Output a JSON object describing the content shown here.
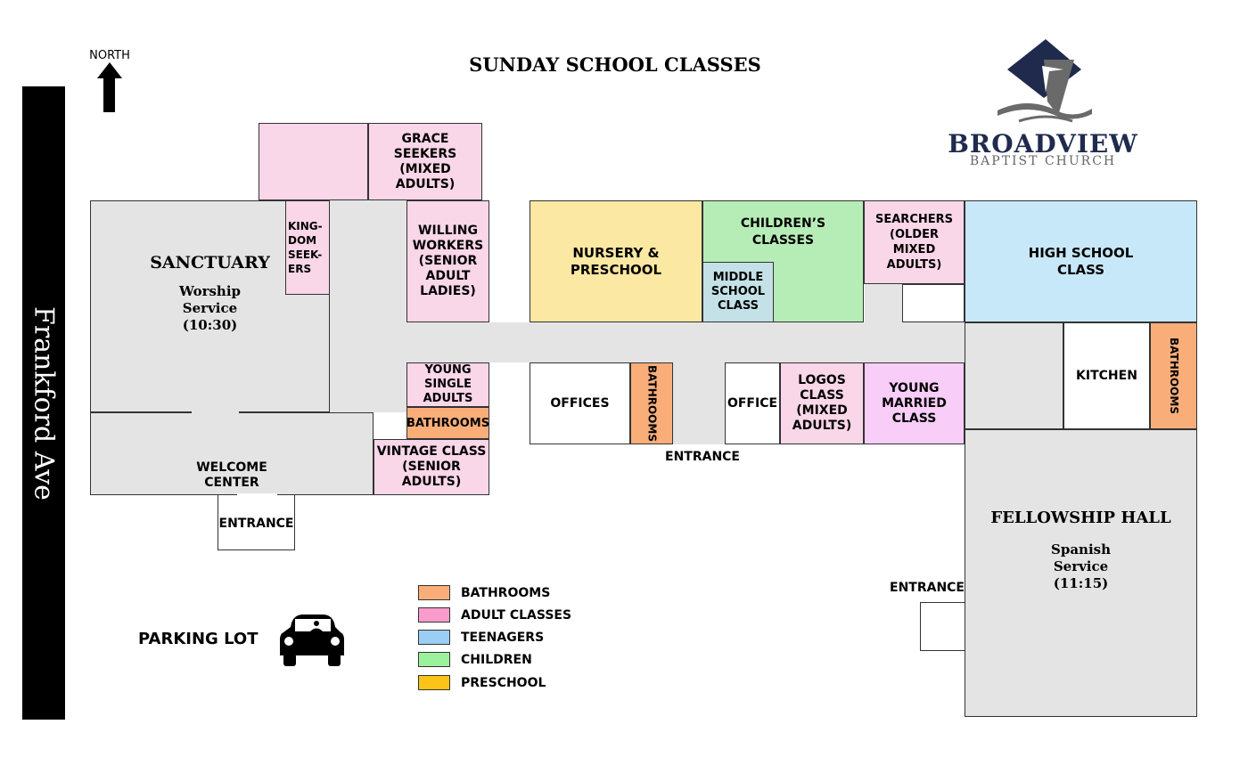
{
  "title": "SUNDAY SCHOOL CLASSES",
  "north_label": "NORTH",
  "street": "Frankford Ave",
  "logo": {
    "name": "BROADVIEW",
    "subname": "BAPTIST CHURCH"
  },
  "rooms": {
    "sanctuary": {
      "name": "SANCTUARY",
      "detail": "Worship\nService\n(10:30)"
    },
    "kingdom_seekers": "KING-\nDOM\nSEEK-\nERS",
    "grace_seekers": "GRACE\nSEEKERS\n(MIXED\nADULTS)",
    "willing_workers": "WILLING\nWORKERS\n(SENIOR\nADULT\nLADIES)",
    "welcome_center": "WELCOME\nCENTER",
    "young_single": "YOUNG\nSINGLE\nADULTS",
    "bathrooms_small": "BATHROOMS",
    "vintage_class": "VINTAGE CLASS\n(SENIOR\nADULTS)",
    "nursery": "NURSERY &\nPRESCHOOL",
    "childrens": "CHILDREN’S\nCLASSES",
    "middle_school": "MIDDLE\nSCHOOL\nCLASS",
    "searchers": "SEARCHERS\n(OLDER\nMIXED\nADULTS)",
    "high_school": "HIGH SCHOOL\nCLASS",
    "offices": "OFFICES",
    "bathrooms_mid": "BATHROOMS",
    "office": "OFFICE",
    "logos": "LOGOS\nCLASS\n(MIXED\nADULTS)",
    "young_married": "YOUNG\nMARRIED\nCLASS",
    "kitchen": "KITCHEN",
    "bathrooms_right": "BATHROOMS",
    "fellowship": {
      "name": "FELLOWSHIP HALL",
      "detail": "Spanish\nService\n(11:15)"
    }
  },
  "entrances": {
    "west": "ENTRANCE",
    "middle": "ENTRANCE",
    "east": "ENTRANCE"
  },
  "parking_lot": "PARKING LOT",
  "legend": [
    {
      "label": "BATHROOMS",
      "color": "#f9ae7a"
    },
    {
      "label": "ADULT CLASSES",
      "color": "#f99ccb"
    },
    {
      "label": "TEENAGERS",
      "color": "#9ccdf5"
    },
    {
      "label": "CHILDREN",
      "color": "#9cf29c"
    },
    {
      "label": "PRESCHOOL",
      "color": "#fcc419"
    }
  ],
  "colors": {
    "gray_space": "#e4e4e4",
    "adult_pink": "#f9d6e8",
    "bathroom_orange": "#f9ae7a",
    "preschool_yellow": "#fbe8a2",
    "children_green": "#b6edb6",
    "middle_teal": "#c3e1e6",
    "teen_blue": "#c7e8f9",
    "young_married_lavender": "#f8cdf8",
    "logo_navy": "#1f2a4d",
    "logo_gray": "#666666"
  },
  "icons": [
    "north-arrow-icon",
    "car-icon",
    "church-logo-icon"
  ]
}
